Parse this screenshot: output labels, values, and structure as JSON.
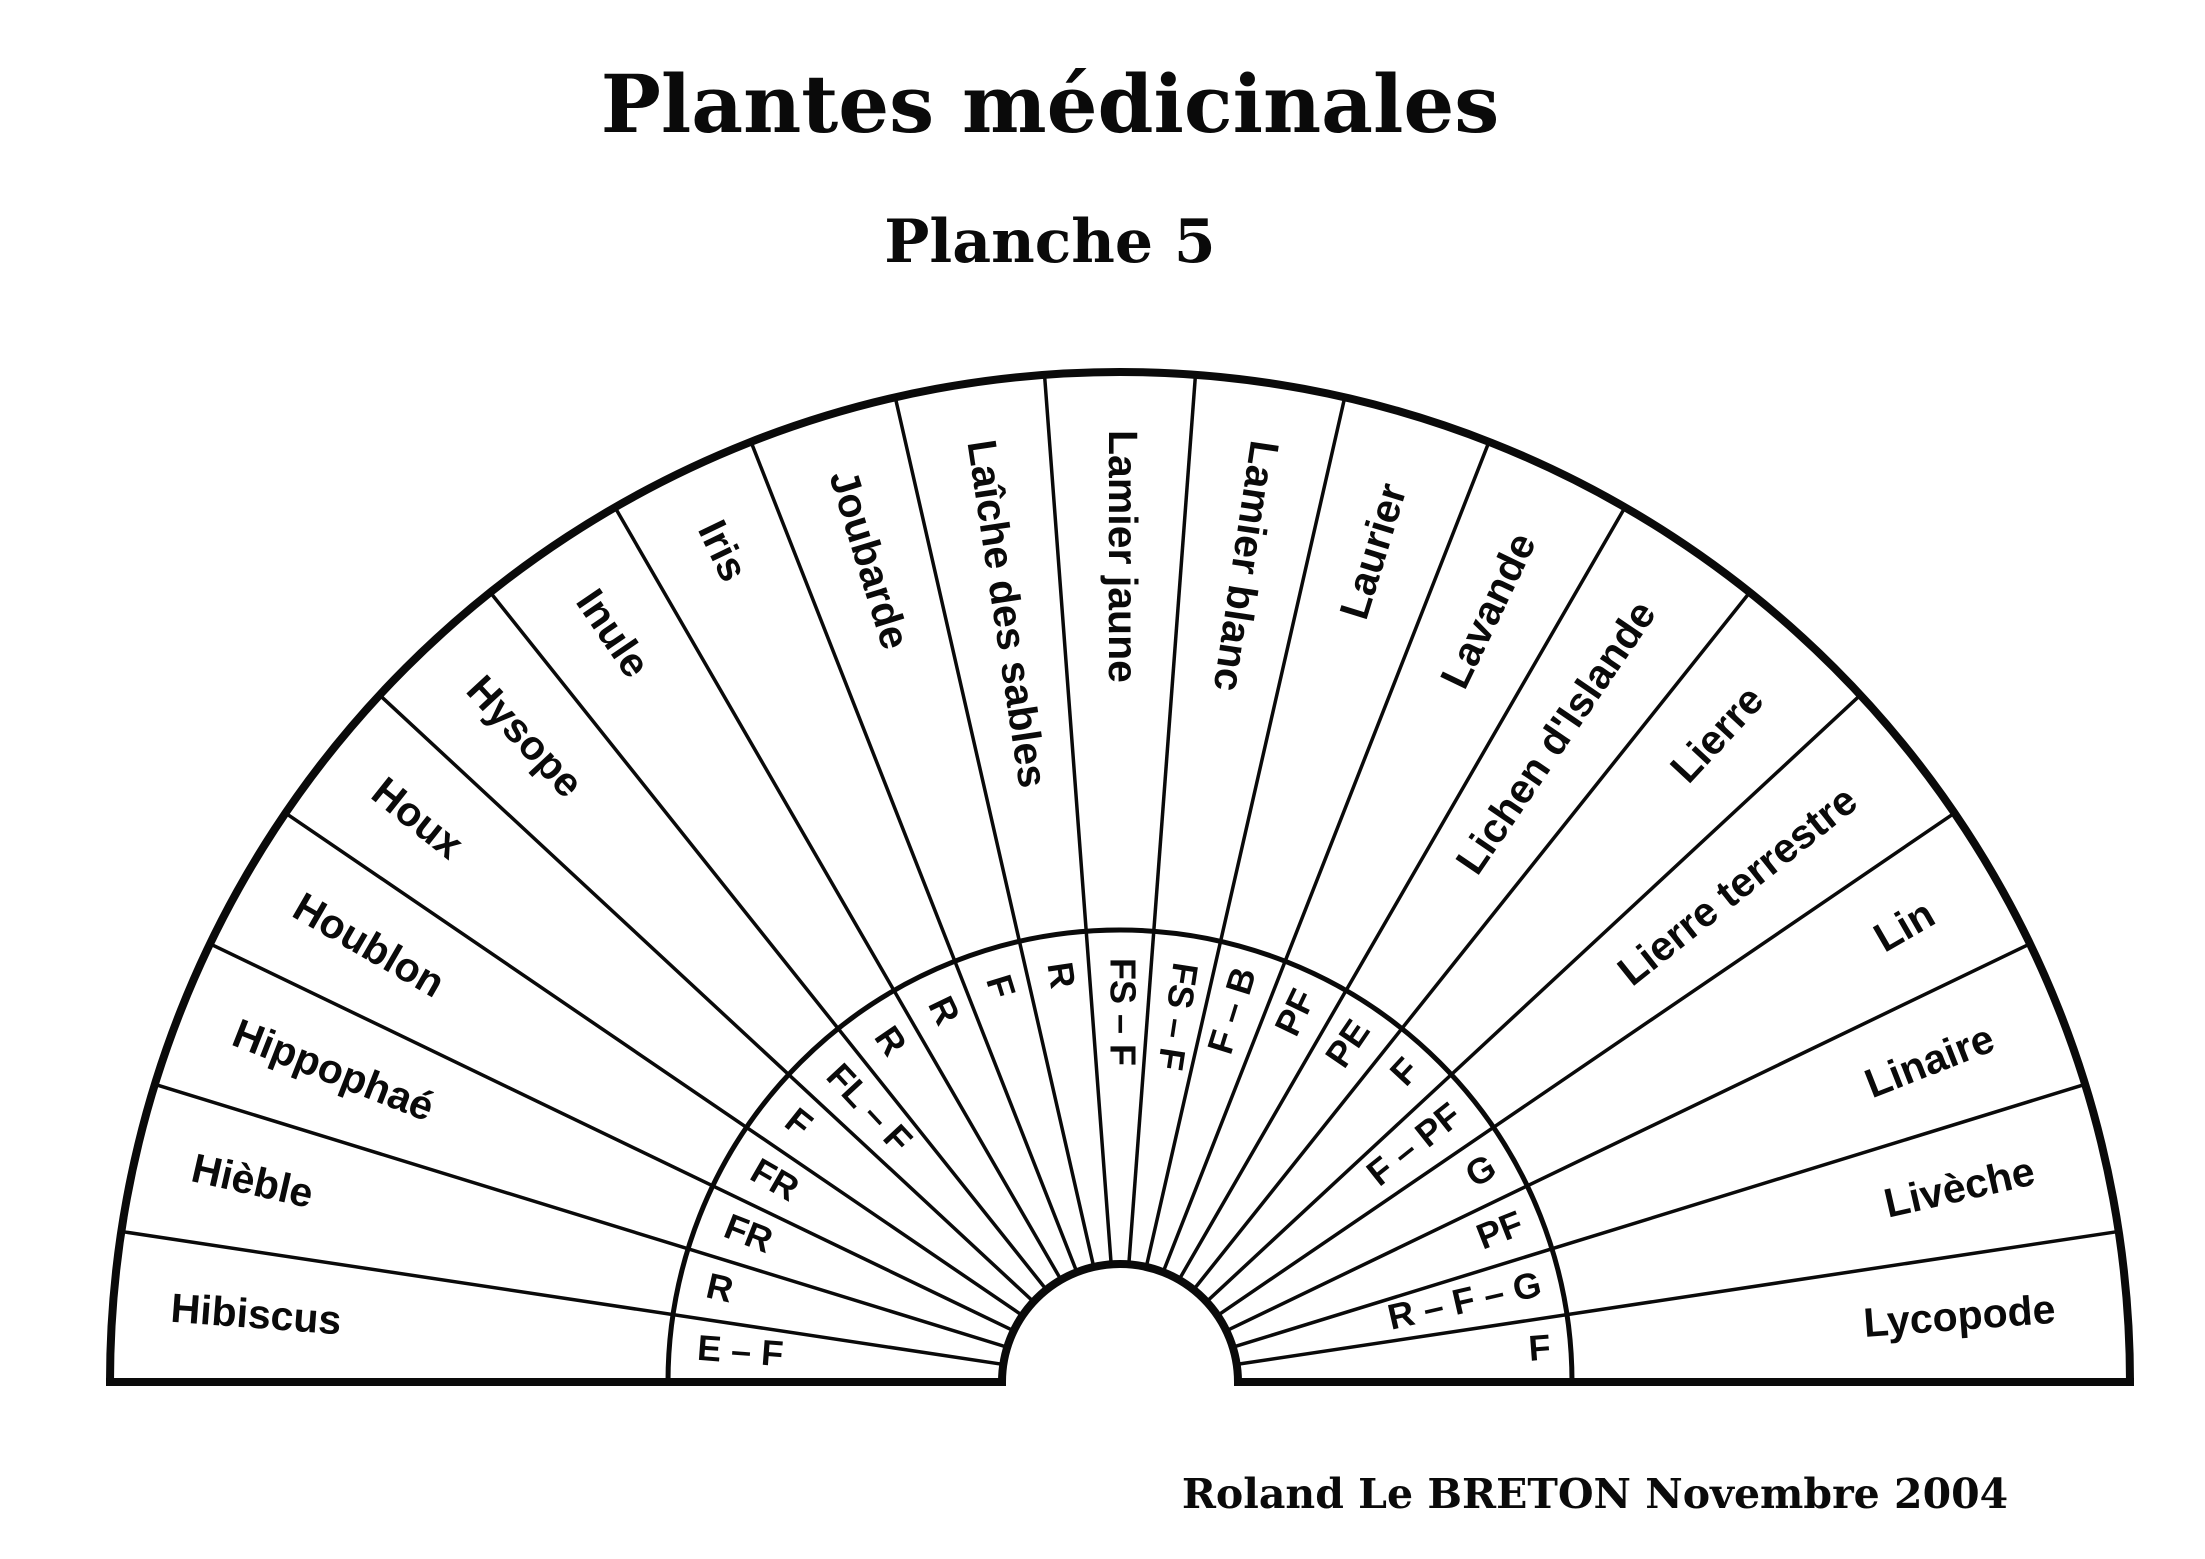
{
  "title": "Plantes médicinales",
  "subtitle": "Planche 5",
  "credit": "Roland  Le BRETON  Novembre 2004",
  "colors": {
    "ink": "#0a0a0a",
    "paper": "#ffffff"
  },
  "chart_data": {
    "type": "radial-fan",
    "description": "Semicircular dowsing chart with 21 equal sectors; outer ring holds plant names, inner ring holds part-used codes",
    "sector_count": 21,
    "sectors": [
      {
        "name": "Hibiscus",
        "code": "E – F"
      },
      {
        "name": "Hièble",
        "code": "R"
      },
      {
        "name": "Hippophaé",
        "code": "FR"
      },
      {
        "name": "Houblon",
        "code": "FR"
      },
      {
        "name": "Houx",
        "code": "F"
      },
      {
        "name": "Hysope",
        "code": "FL – F"
      },
      {
        "name": "Inule",
        "code": "R"
      },
      {
        "name": "Iris",
        "code": "R"
      },
      {
        "name": "Joubarde",
        "code": "F"
      },
      {
        "name": "Laîche des sables",
        "code": "R"
      },
      {
        "name": "Lamier jaune",
        "code": "FS – F"
      },
      {
        "name": "Lamier blanc",
        "code": "FS – F"
      },
      {
        "name": "Laurier",
        "code": "F – B"
      },
      {
        "name": "Lavande",
        "code": "PF"
      },
      {
        "name": "Lichen d'Islande",
        "code": "PE"
      },
      {
        "name": "Lierre",
        "code": "F"
      },
      {
        "name": "Lierre terrestre",
        "code": "F – PF"
      },
      {
        "name": "Lin",
        "code": "G"
      },
      {
        "name": "Linaire",
        "code": "PF"
      },
      {
        "name": "Livèche",
        "code": "R – F – G"
      },
      {
        "name": "Lycopode",
        "code": "F"
      }
    ]
  }
}
